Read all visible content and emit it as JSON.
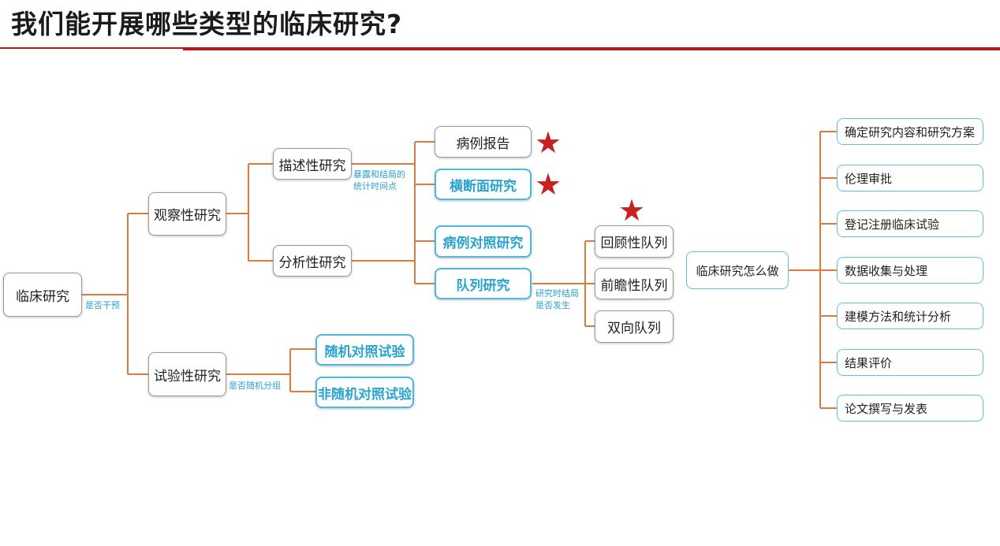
{
  "title": "我们能开展哪些类型的临床研究?",
  "colors": {
    "accent_red": "#b01c1c",
    "connector": "#e07a3a",
    "highlight_blue": "#2aa3cf",
    "star": "#c62222"
  },
  "tree": {
    "root": "临床研究",
    "root_edge_label": "是否干预",
    "observational": "观察性研究",
    "descriptive": "描述性研究",
    "descriptive_edge_label": "暴露和结局的统计时间点",
    "case_report": "病例报告",
    "cross_sectional": "横断面研究",
    "analytical": "分析性研究",
    "case_control": "病例对照研究",
    "cohort": "队列研究",
    "cohort_edge_label": "研究时结局是否发生",
    "retrospective": "回顾性队列",
    "prospective": "前瞻性队列",
    "bidirectional": "双向队列",
    "experimental": "试验性研究",
    "experimental_edge_label": "是否随机分组",
    "rct": "随机对照试验",
    "non_rct": "非随机对照试验",
    "star_glyph": "★"
  },
  "howto": {
    "title": "临床研究怎么做",
    "steps": [
      "确定研究内容和研究方案",
      "伦理审批",
      "登记注册临床试验",
      "数据收集与处理",
      "建模方法和统计分析",
      "结果评价",
      "论文撰写与发表"
    ]
  }
}
